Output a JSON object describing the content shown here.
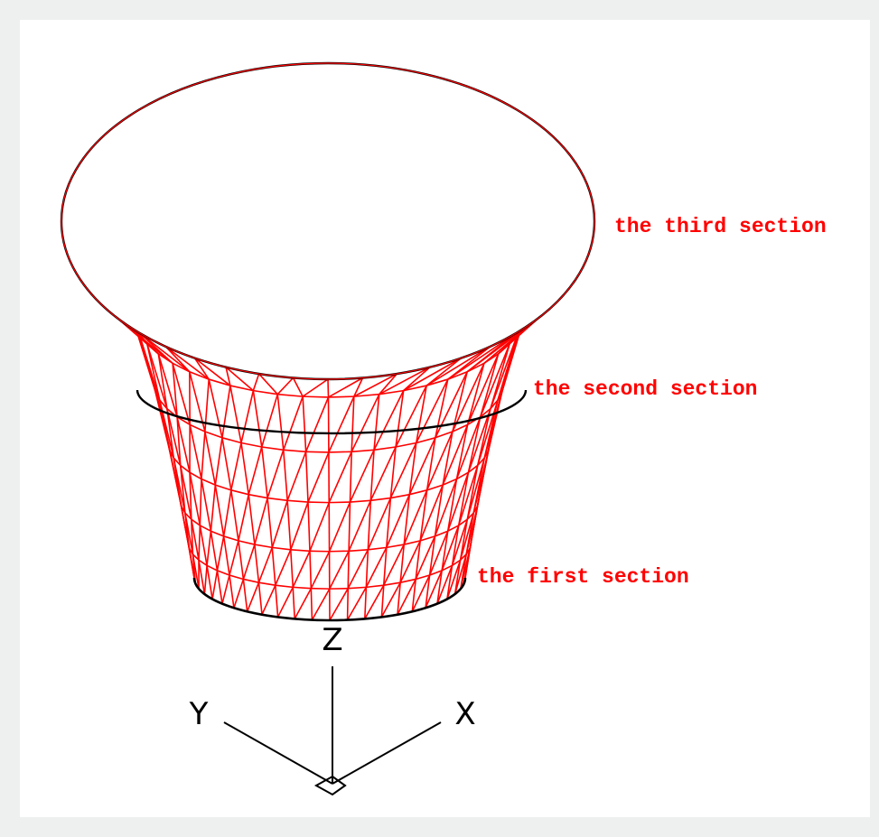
{
  "section_labels": {
    "third": "the third section",
    "second": "the second section",
    "first": "the first section"
  },
  "axes": {
    "z": "Z",
    "y": "Y",
    "x": "X"
  },
  "colors": {
    "mesh": "#ff0000",
    "section_outline": "#000000",
    "label_text": "#ff0000",
    "background": "#eef0f0",
    "canvas": "#ffffff"
  }
}
